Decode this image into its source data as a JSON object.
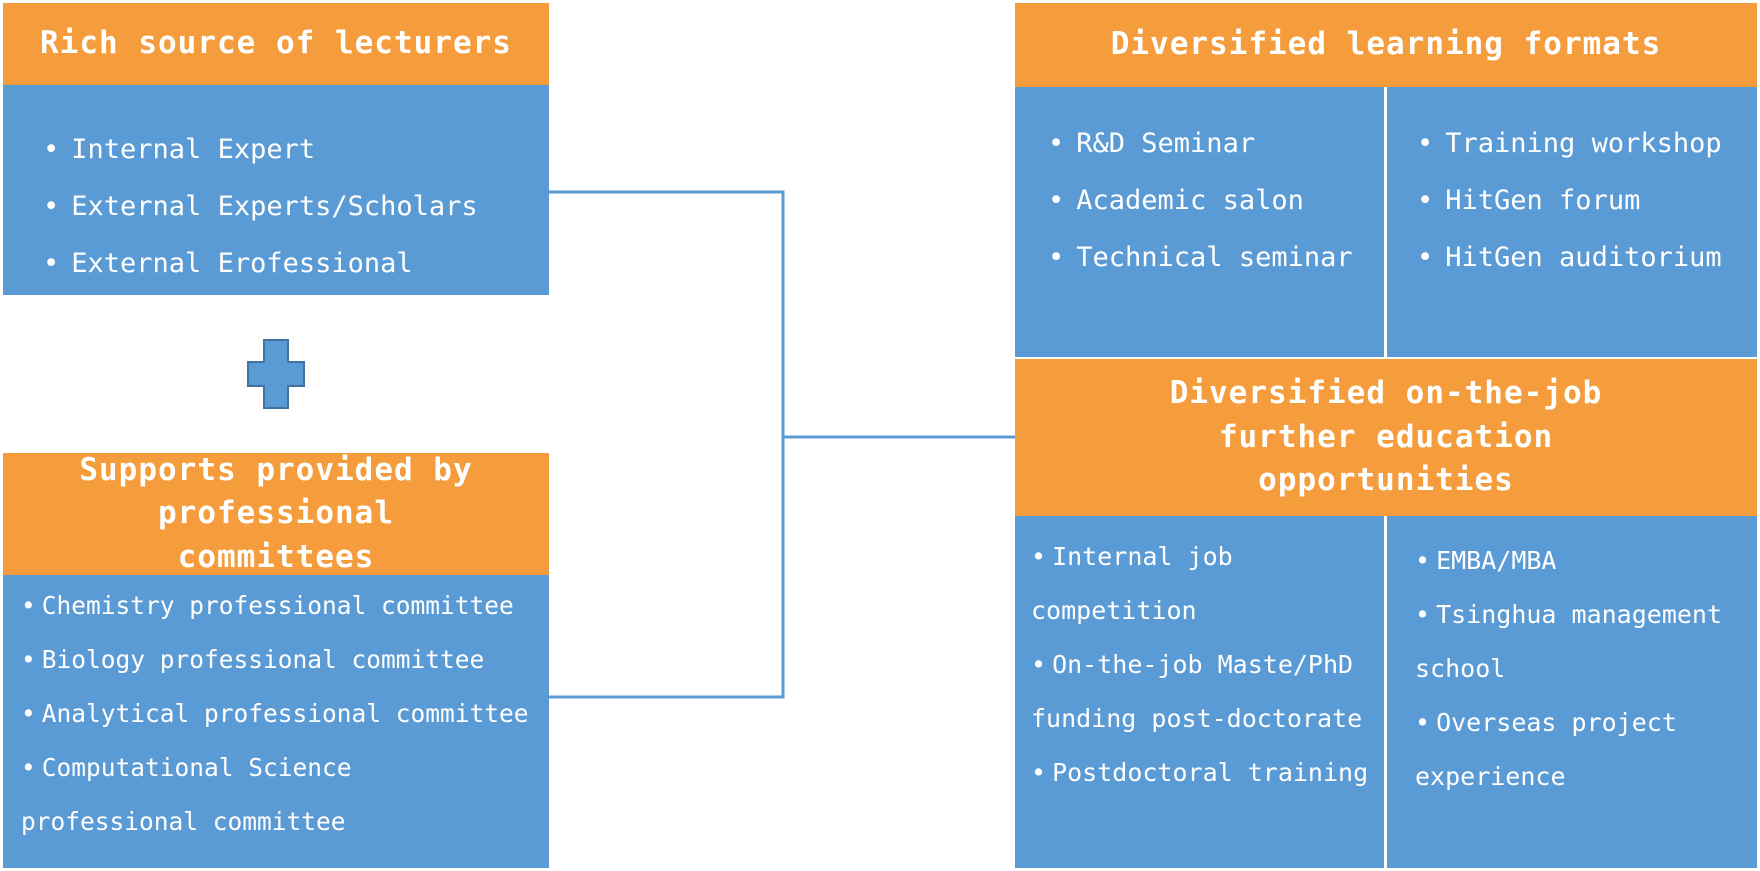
{
  "colors": {
    "header": "#F59D3D",
    "body": "#5B9BD5",
    "line": "#5B9BD5"
  },
  "lecturers": {
    "title": "Rich source of lecturers",
    "items": [
      "Internal Expert",
      "External Experts/Scholars",
      "External Erofessional"
    ]
  },
  "plus_icon": "plus-icon",
  "committees": {
    "title": "Supports provided by professional committees",
    "items": [
      "Chemistry professional committee",
      "Biology professional committee",
      "Analytical professional committee",
      "Computational Science professional committee"
    ]
  },
  "formats": {
    "title": "Diversified learning formats",
    "left": [
      "R&D Seminar",
      "Academic salon",
      "Technical seminar"
    ],
    "right": [
      "Training workshop",
      "HitGen forum",
      "HitGen auditorium"
    ]
  },
  "education": {
    "title": "Diversified on-the-job further education opportunities",
    "left": [
      "Internal job competition",
      "On-the-job Maste/PhD funding post-doctorate",
      "Postdoctoral training"
    ],
    "right": [
      "EMBA/MBA",
      "Tsinghua management school",
      "Overseas project experience"
    ]
  }
}
